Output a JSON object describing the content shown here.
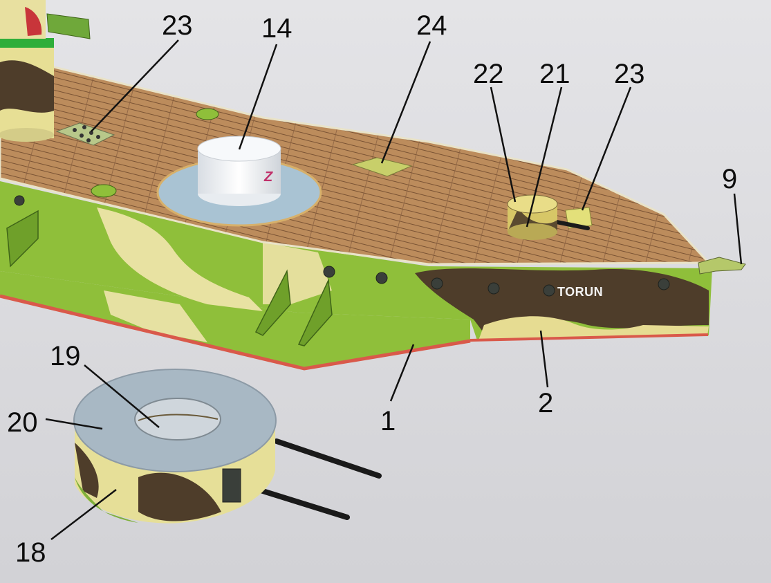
{
  "photo": {
    "subject": "paper model ship bow section with separate gun turret",
    "hull_text": "TORUN",
    "turret_marking": "Z",
    "colors": {
      "background": "#dcdcdf",
      "deck_wood": "#b98a5a",
      "camo_green": "#8fbf3a",
      "camo_yellow": "#e9e2a0",
      "camo_brown": "#4a3a28",
      "waterline_red": "#d9594a",
      "plate_blue": "#a9c3d3"
    }
  },
  "callouts": [
    {
      "id": "23a",
      "label": "23"
    },
    {
      "id": "14",
      "label": "14"
    },
    {
      "id": "24",
      "label": "24"
    },
    {
      "id": "22",
      "label": "22"
    },
    {
      "id": "21",
      "label": "21"
    },
    {
      "id": "23b",
      "label": "23"
    },
    {
      "id": "9",
      "label": "9"
    },
    {
      "id": "19",
      "label": "19"
    },
    {
      "id": "20",
      "label": "20"
    },
    {
      "id": "1",
      "label": "1"
    },
    {
      "id": "2",
      "label": "2"
    },
    {
      "id": "18",
      "label": "18"
    }
  ]
}
